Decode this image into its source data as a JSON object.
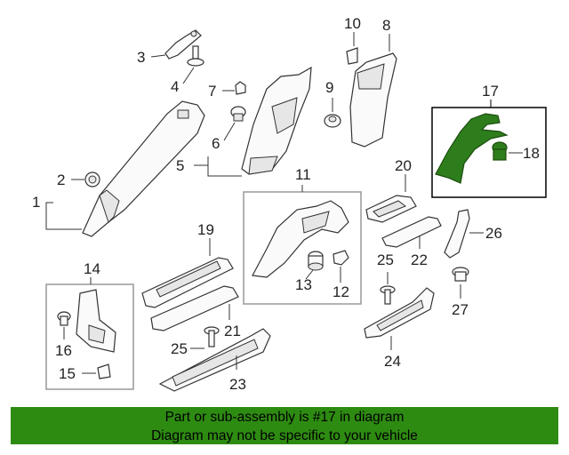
{
  "callouts": {
    "c1": "1",
    "c2": "2",
    "c3": "3",
    "c4": "4",
    "c5": "5",
    "c6": "6",
    "c7": "7",
    "c8": "8",
    "c9": "9",
    "c10": "10",
    "c11": "11",
    "c12": "12",
    "c13": "13",
    "c14": "14",
    "c15": "15",
    "c16": "16",
    "c17": "17",
    "c18": "18",
    "c19": "19",
    "c20": "20",
    "c21": "21",
    "c22": "22",
    "c23": "23",
    "c24": "24",
    "c25a": "25",
    "c25b": "25",
    "c26": "26",
    "c27": "27"
  },
  "highlight": {
    "part_number": "17",
    "color": "#2e7d1c"
  },
  "banner": {
    "line1": "Part or sub-assembly is #17 in diagram",
    "line2": "Diagram may not be specific to your vehicle",
    "background": "#2e8b12"
  }
}
